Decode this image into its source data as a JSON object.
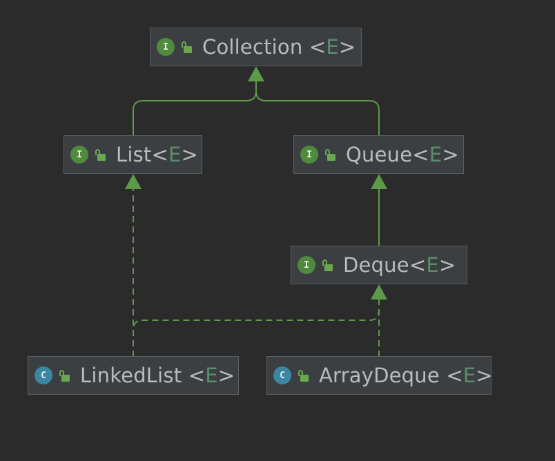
{
  "nodes": [
    {
      "id": "collection",
      "kind": "interface",
      "kind_letter": "I",
      "name": "Collection",
      "type_param": "E"
    },
    {
      "id": "list",
      "kind": "interface",
      "kind_letter": "I",
      "name": "List",
      "type_param": "E"
    },
    {
      "id": "queue",
      "kind": "interface",
      "kind_letter": "I",
      "name": "Queue",
      "type_param": "E"
    },
    {
      "id": "deque",
      "kind": "interface",
      "kind_letter": "I",
      "name": "Deque",
      "type_param": "E"
    },
    {
      "id": "linkedlist",
      "kind": "class",
      "kind_letter": "C",
      "name": "LinkedList",
      "type_param": "E"
    },
    {
      "id": "arraydeque",
      "kind": "class",
      "kind_letter": "C",
      "name": "ArrayDeque",
      "type_param": "E"
    }
  ],
  "edges": [
    {
      "from": "list",
      "to": "collection",
      "relation": "extends"
    },
    {
      "from": "queue",
      "to": "collection",
      "relation": "extends"
    },
    {
      "from": "deque",
      "to": "queue",
      "relation": "extends"
    },
    {
      "from": "linkedlist",
      "to": "list",
      "relation": "implements"
    },
    {
      "from": "linkedlist",
      "to": "deque",
      "relation": "implements"
    },
    {
      "from": "arraydeque",
      "to": "deque",
      "relation": "implements"
    }
  ],
  "colors": {
    "background": "#2b2b2b",
    "node_fill": "#3c3f41",
    "node_border": "#5c5f61",
    "edge": "#5c9a4a",
    "interface_badge": "#4f8a3f",
    "class_badge": "#3b86a0",
    "lock": "#6aa84f",
    "type_param": "#5b8c6e",
    "text": "#bbbbbb"
  }
}
